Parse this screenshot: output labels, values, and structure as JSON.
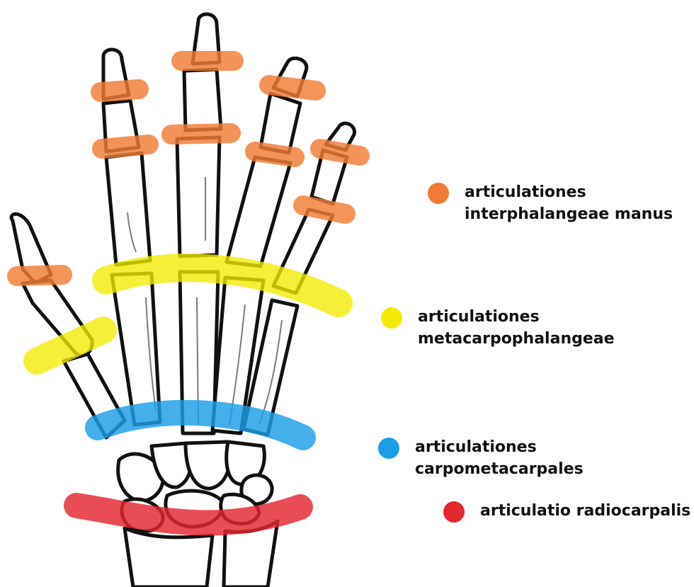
{
  "legend": [
    {
      "id": "interphalangeal",
      "color": "#f07c35",
      "label": "articulationes\ninterphalangeae manus"
    },
    {
      "id": "metacarpophalangeal",
      "color": "#f2ea00",
      "label": "articulationes\nmetacarpophalangeae"
    },
    {
      "id": "carpometacarpal",
      "color": "#1c9ee6",
      "label": "articulationes carpometacarpales"
    },
    {
      "id": "radiocarpal",
      "color": "#e3262f",
      "label": "articulatio radiocarpalis"
    }
  ]
}
